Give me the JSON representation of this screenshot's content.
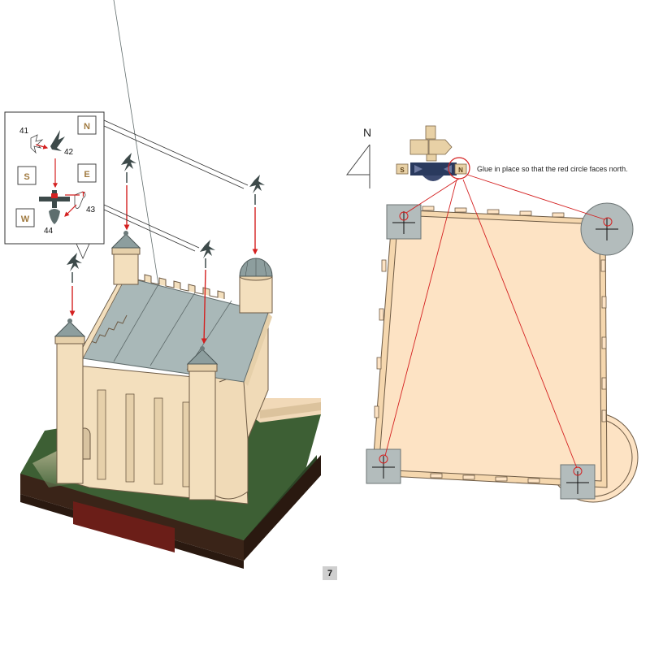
{
  "inset": {
    "parts": [
      {
        "id": "p41",
        "label": "41"
      },
      {
        "id": "p42",
        "label": "42"
      },
      {
        "id": "p43",
        "label": "43"
      },
      {
        "id": "p44",
        "label": "44"
      }
    ],
    "tiles": [
      {
        "id": "tile-n",
        "label": "N"
      },
      {
        "id": "tile-s",
        "label": "S"
      },
      {
        "id": "tile-e",
        "label": "E"
      },
      {
        "id": "tile-w",
        "label": "W"
      }
    ],
    "small_t": "T"
  },
  "compass": {
    "label": "N"
  },
  "mini_part_letters": [
    "S",
    "N"
  ],
  "instruction": "Glue in place so that the red circle faces north.",
  "page_number": "7",
  "colors": {
    "wall": "#f3dfbd",
    "wall_shade": "#e6d0aa",
    "roof": "#a9b8b8",
    "base_green": "#3d5f34",
    "base_brown": "#3a2418",
    "base_red": "#6b1e18",
    "marker_red": "#d42020",
    "floor_plan": "#fde3c4",
    "turret_grey": "#b3bcbc"
  }
}
